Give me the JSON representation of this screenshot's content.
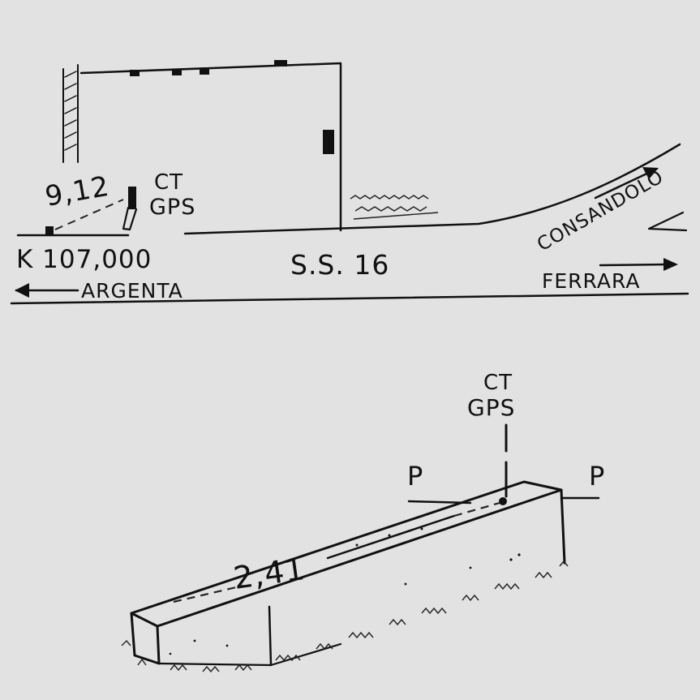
{
  "site_plan": {
    "distance_label": "9,12",
    "station_line1": "CT",
    "station_line2": "GPS",
    "km_marker": "K 107,000",
    "road_label": "S.S. 16",
    "direction_left": "Argenta",
    "direction_right_1": "Consandolo",
    "direction_right_2": "Ferrara"
  },
  "benchmark_detail": {
    "station_line1": "CT",
    "station_line2": "GPS",
    "point_left": "P",
    "point_right": "P",
    "length_label": "2,41"
  },
  "colors": {
    "paper": "#e2e2e2",
    "ink": "#111111"
  }
}
